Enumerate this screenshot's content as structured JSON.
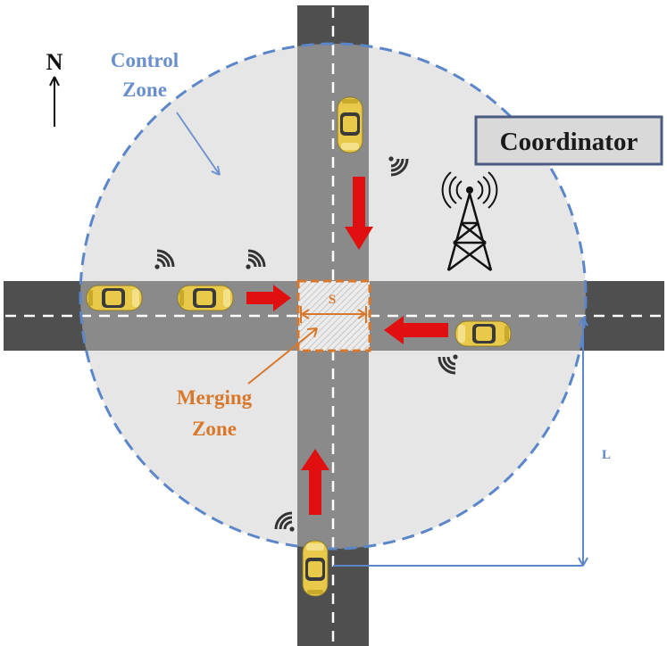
{
  "labels": {
    "north": "N",
    "control_zone_line1": "Control",
    "control_zone_line2": "Zone",
    "coordinator": "Coordinator",
    "merging_zone_line1": "Merging",
    "merging_zone_line2": "Zone",
    "s_label": "S",
    "l_label": "L"
  },
  "colors": {
    "road": "#4f4f4f",
    "road_in_zone": "#8a8a8a",
    "control_zone_fill": "#e6e6e6",
    "control_zone_border": "#5b86c9",
    "merging_zone_border": "#d9782b",
    "arrow_red": "#e01010",
    "car_body": "#e8c94a",
    "blue_text": "#6a8fce",
    "orange_text": "#d9782b",
    "coordinator_bg": "#d9d9d9",
    "coordinator_border": "#4a5a80"
  },
  "icons": {
    "compass": "north-arrow-icon",
    "tower": "radio-tower-icon",
    "signal": "wifi-signal-icon",
    "car": "car-icon"
  }
}
